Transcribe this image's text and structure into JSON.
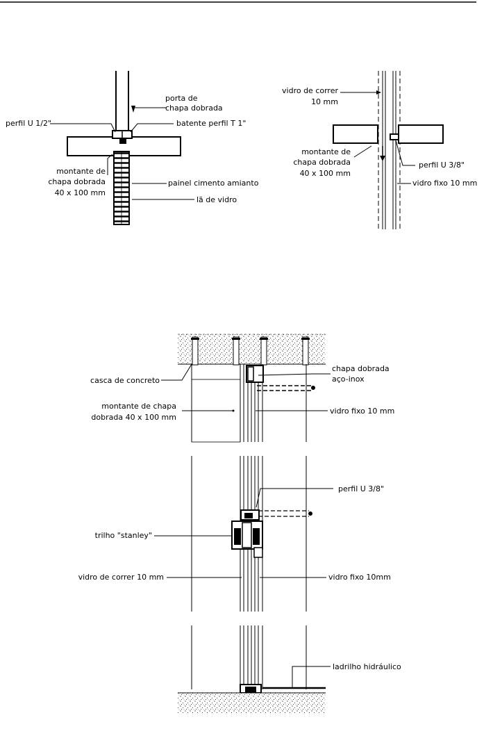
{
  "detail_top_left": {
    "labels": {
      "porta": [
        "porta de",
        "chapa dobrada"
      ],
      "perfil_u": "perfil U 1/2\"",
      "batente": "batente perfil T 1\"",
      "montante": [
        "montante de",
        "chapa dobrada",
        "40 x 100 mm"
      ],
      "painel": "painel cimento amianto",
      "la": "lã de vidro"
    }
  },
  "detail_top_right": {
    "labels": {
      "vidro_correr": [
        "vidro de correr",
        "10 mm"
      ],
      "montante": [
        "montante de",
        "chapa dobrada",
        "40 x 100 mm"
      ],
      "perfil_u": "perfil U 3/8\"",
      "vidro_fixo": "vidro fixo 10 mm"
    }
  },
  "detail_section": {
    "labels": {
      "casca": "casca de concreto",
      "chapa": [
        "chapa dobrada",
        "aço-inox"
      ],
      "montante": [
        "montante de chapa",
        "dobrada 40 x 100 mm"
      ],
      "vidro_fixo_top": "vidro fixo 10 mm",
      "perfil_u": "perfil U 3/8\"",
      "trilho": "trilho \"stanley\"",
      "vidro_correr": "vidro de correr 10 mm",
      "vidro_fixo_mid": "vidro fixo 10mm",
      "ladrilho": "ladrilho hidráulico"
    }
  }
}
